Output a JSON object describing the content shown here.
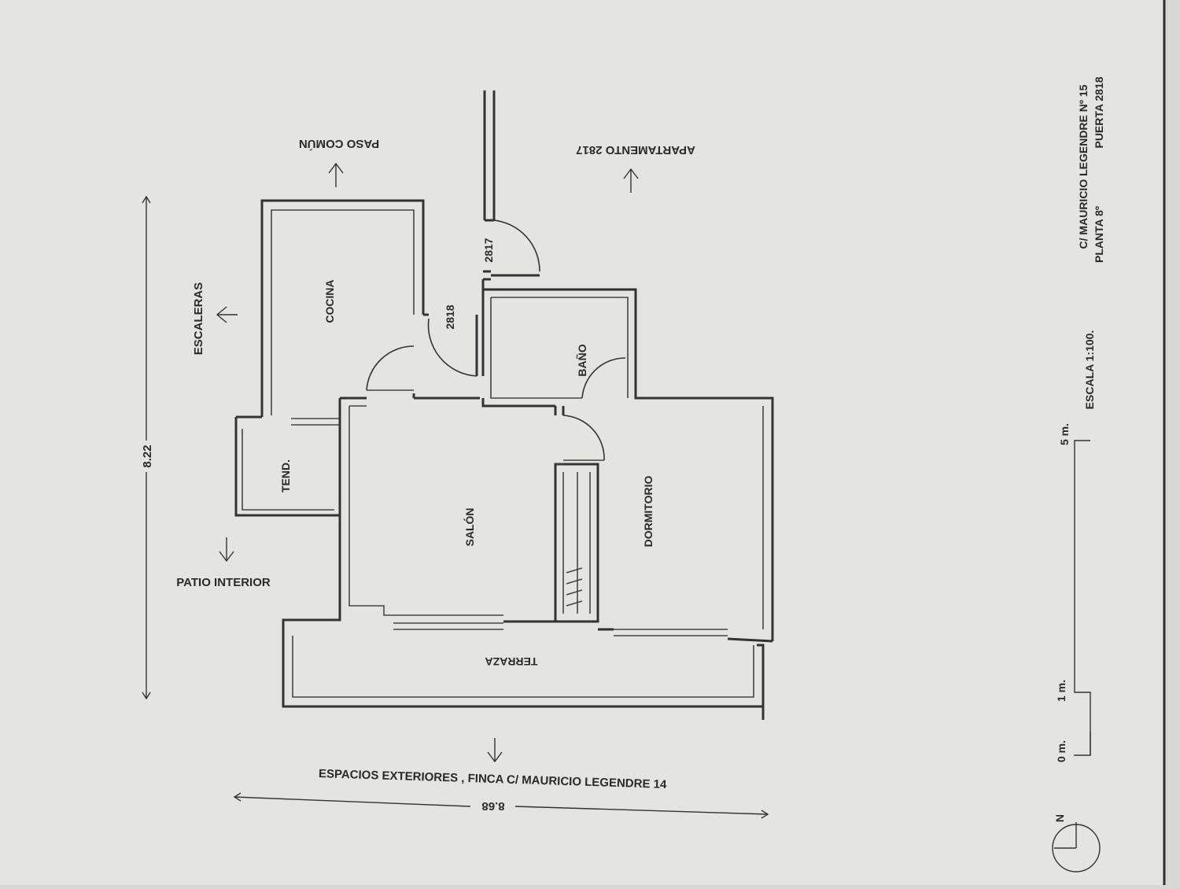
{
  "rooms": {
    "cocina": "COCINA",
    "salon": "SALÓN",
    "bano": "BAÑO",
    "dormitorio": "DORMITORIO",
    "terraza": "TERRAZA",
    "tend": "TEND."
  },
  "doors": {
    "door_2817": "2817",
    "door_2818": "2818"
  },
  "surroundings": {
    "paso_comun": "PASO COMÚN",
    "apartamento": "APARTAMENTO 2817",
    "escaleras": "ESCALERAS",
    "patio_interior": "PATIO INTERIOR",
    "espacios_exteriores": "ESPACIOS EXTERIORES , FINCA C/ MAURICIO LEGENDRE 14"
  },
  "dimensions": {
    "height": "8.22",
    "width": "8.68"
  },
  "title_block": {
    "address": "C/ MAURICIO LEGENDRE Nº 15",
    "floor": "PLANTA 8º",
    "unit": "PUERTA 2818",
    "scale": "ESCALA 1:100."
  },
  "scale_bar": {
    "tick_0": "0 m.",
    "tick_1": "1 m.",
    "tick_5": "5 m."
  },
  "north": {
    "label": "N"
  },
  "colors": {
    "paper": "#e4e4e0",
    "ink": "#2a2a2a"
  }
}
